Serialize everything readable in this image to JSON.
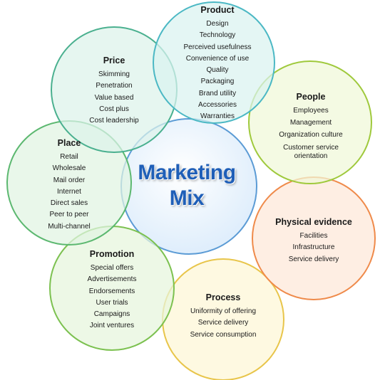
{
  "center": {
    "line1": "Marketing",
    "line2": "Mix"
  },
  "product": {
    "title": "Product",
    "items": [
      "Design",
      "Technology",
      "Perceived usefulness",
      "Convenience of use",
      "Quality",
      "Packaging",
      "Brand utility",
      "Accessories",
      "Warranties"
    ]
  },
  "price": {
    "title": "Price",
    "items": [
      "Skimming",
      "Penetration",
      "Value based",
      "Cost plus",
      "Cost leadership"
    ]
  },
  "people": {
    "title": "People",
    "items": [
      "Employees",
      "Management",
      "Organization culture",
      "Customer service",
      "orientation"
    ]
  },
  "place": {
    "title": "Place",
    "items": [
      "Retail",
      "Wholesale",
      "Mail order",
      "Internet",
      "Direct sales",
      "Peer to peer",
      "Multi-channel"
    ]
  },
  "physical_evidence": {
    "title": "Physical evidence",
    "items": [
      "Facilities",
      "Infrastructure",
      "Service delivery"
    ]
  },
  "promotion": {
    "title": "Promotion",
    "items": [
      "Special offers",
      "Advertisements",
      "Endorsements",
      "User trials",
      "Campaigns",
      "Joint ventures"
    ]
  },
  "process": {
    "title": "Process",
    "items": [
      "Uniformity of offering",
      "Service delivery",
      "Service consumption"
    ]
  },
  "colors": {
    "center_fill": "#dcecfb",
    "center_stroke": "#5b9bd5",
    "product_fill": "#d9f2f0",
    "product_stroke": "#4bb8c4",
    "price_fill": "#dcf3ea",
    "price_stroke": "#4ab08f",
    "people_fill": "#f0f8d8",
    "people_stroke": "#9fc93c",
    "place_fill": "#e0f4e2",
    "place_stroke": "#5cb870",
    "physical_fill": "#fde8d8",
    "physical_stroke": "#ef8a4a",
    "promotion_fill": "#e6f5dc",
    "promotion_stroke": "#7cc150",
    "process_fill": "#fdf6d6",
    "process_stroke": "#e8c54a",
    "title_text": "#1f5fb8"
  }
}
